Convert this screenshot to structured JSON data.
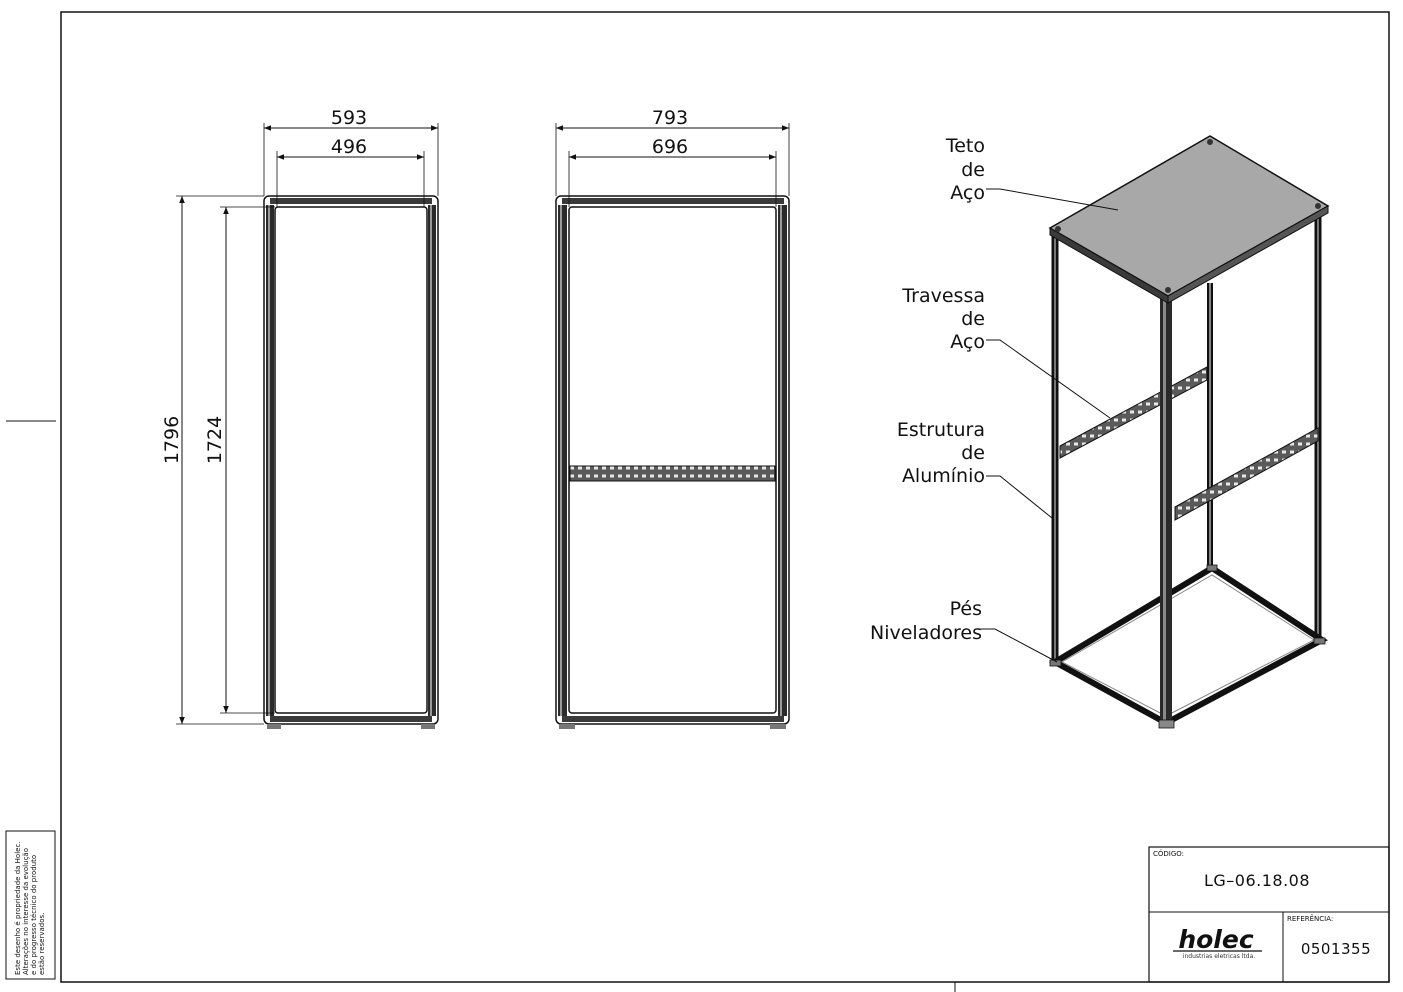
{
  "front_view": {
    "width_outer": "593",
    "width_inner": "496",
    "height_outer": "1796",
    "height_inner": "1724"
  },
  "side_view": {
    "width_outer": "793",
    "width_inner": "696"
  },
  "callouts": {
    "teto": [
      "Teto",
      "de",
      "Aço"
    ],
    "travessa": [
      "Travessa",
      "de",
      "Aço"
    ],
    "estrutura": [
      "Estrutura",
      "de",
      "Alumínio"
    ],
    "pes": [
      "Pés",
      "Niveladores"
    ]
  },
  "title_block": {
    "codigo_label": "CÓDIGO:",
    "codigo_value": "LG–06.18.08",
    "referencia_label": "REFERÊNCIA:",
    "referencia_value": "0501355",
    "logo_text": "holec",
    "logo_subtitle": "industrias eletricas ltda."
  },
  "side_note": [
    "Este desenho é propriedade da Holec.",
    "Alterações no interesse da evolução",
    "e do progresso técnico do produto",
    "estão reservados."
  ]
}
